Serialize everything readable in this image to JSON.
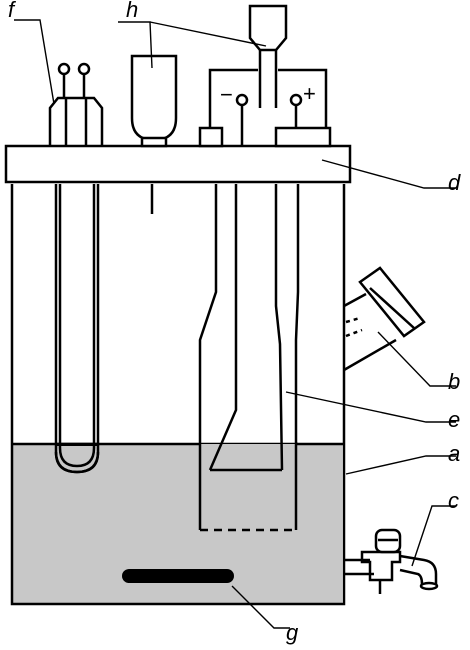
{
  "labels": {
    "a": "a",
    "b": "b",
    "c": "c",
    "d": "d",
    "e": "e",
    "f": "f",
    "g": "g",
    "h": "h"
  },
  "terminals": {
    "negative": "−",
    "positive": "+"
  },
  "colors": {
    "liquid": "#c8c8c8",
    "reagent": "#b4b4b4",
    "stirrer": "#000000",
    "line": "#000000",
    "background": "#ffffff"
  }
}
